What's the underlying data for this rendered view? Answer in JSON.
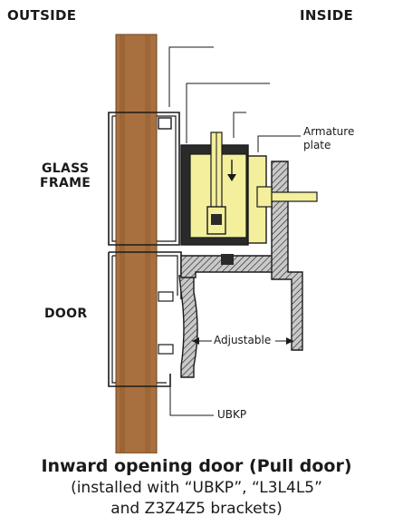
{
  "labels": {
    "outside": "OUTSIDE",
    "inside": "INSIDE",
    "glass_frame_line1": "GLASS",
    "glass_frame_line2": "FRAME",
    "door": "DOOR",
    "armature_line1": "Armature",
    "armature_line2": "plate",
    "adjustable": "Adjustable",
    "ubkp": "UBKP"
  },
  "caption": {
    "title": "Inward opening door (Pull door)",
    "line1": "(installed with “UBKP”, “L3L4L5”",
    "line2": "and Z3Z4Z5 brackets)"
  },
  "colors": {
    "wood": "#a8703f",
    "wood_dark": "#8e5a2c",
    "magnet_yellow": "#f3ef9c",
    "bracket_gray": "#c9c9c9",
    "outline": "#1a1a1a"
  }
}
